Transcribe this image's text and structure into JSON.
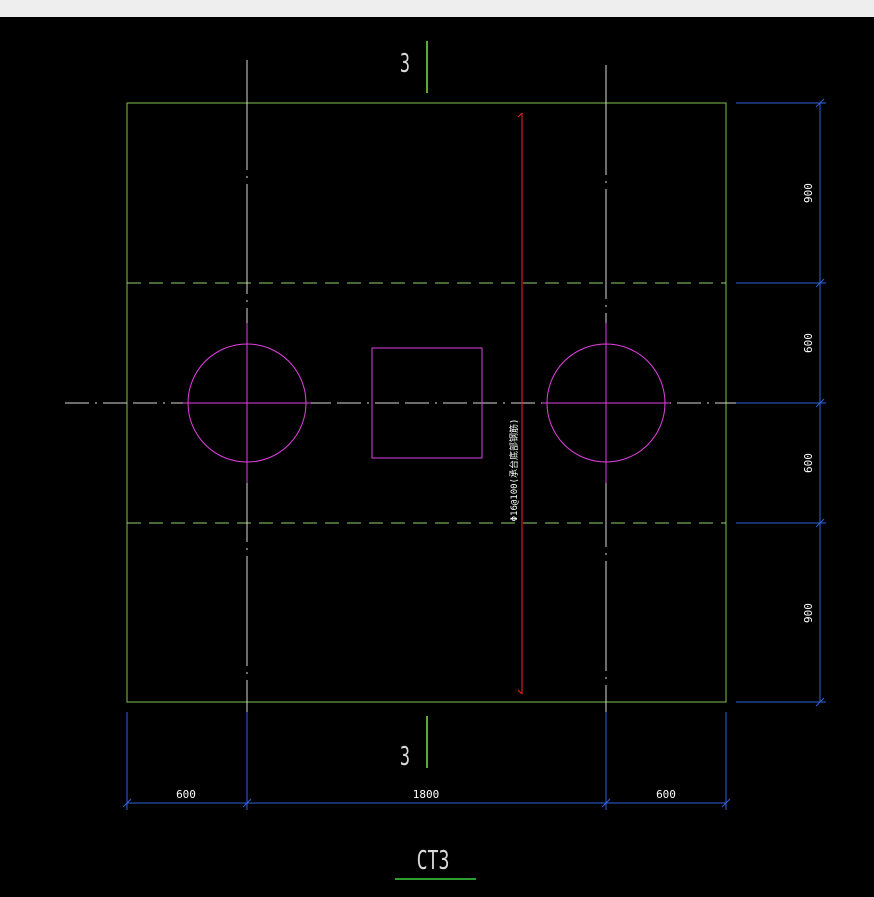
{
  "colors": {
    "background": "#000000",
    "titlebar": "#eeeeee",
    "outline": "#7fbf4f",
    "dashed": "#8fcf6f",
    "axis": "#d8d8d8",
    "pile": "#e040e0",
    "column": "#e040e0",
    "rebar": "#ff2020",
    "dimension": "#2f62d8",
    "dimension_text": "#ffffff",
    "section_mark": "#7fdf4f",
    "title_underline": "#3fcf3f"
  },
  "section": {
    "top_label": "3",
    "bottom_label": "3"
  },
  "rebar_note": "Φ16@100(承台底部钢筋)",
  "dimensions": {
    "right": [
      "900",
      "600",
      "600",
      "900"
    ],
    "bottom": [
      "600",
      "1800",
      "600"
    ]
  },
  "title": "CT3"
}
